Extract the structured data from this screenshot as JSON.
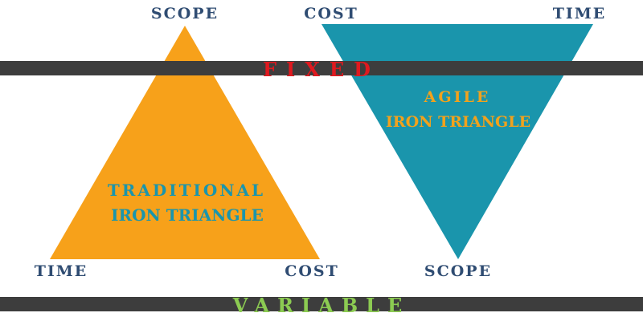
{
  "traditional": {
    "title_line1": "TRADITIONAL",
    "title_line2": "IRON TRIANGLE",
    "top_label": "SCOPE",
    "left_label": "TIME",
    "right_label": "COST"
  },
  "agile": {
    "title_line1": "AGILE",
    "title_line2": "IRON TRIANGLE",
    "top_left_label": "COST",
    "top_right_label": "TIME",
    "bottom_label": "SCOPE"
  },
  "bands": {
    "fixed_label": "FIXED",
    "variable_label": "VARIABLE"
  },
  "colors": {
    "traditional_fill": "#F7A11A",
    "agile_fill": "#1A95AC",
    "corner_label": "#2F4C72",
    "traditional_title": "#1A95AC",
    "agile_title": "#F2A21C",
    "fixed_text": "#E0191F",
    "variable_text": "#8CCB52",
    "band": "#3D3D3D"
  }
}
